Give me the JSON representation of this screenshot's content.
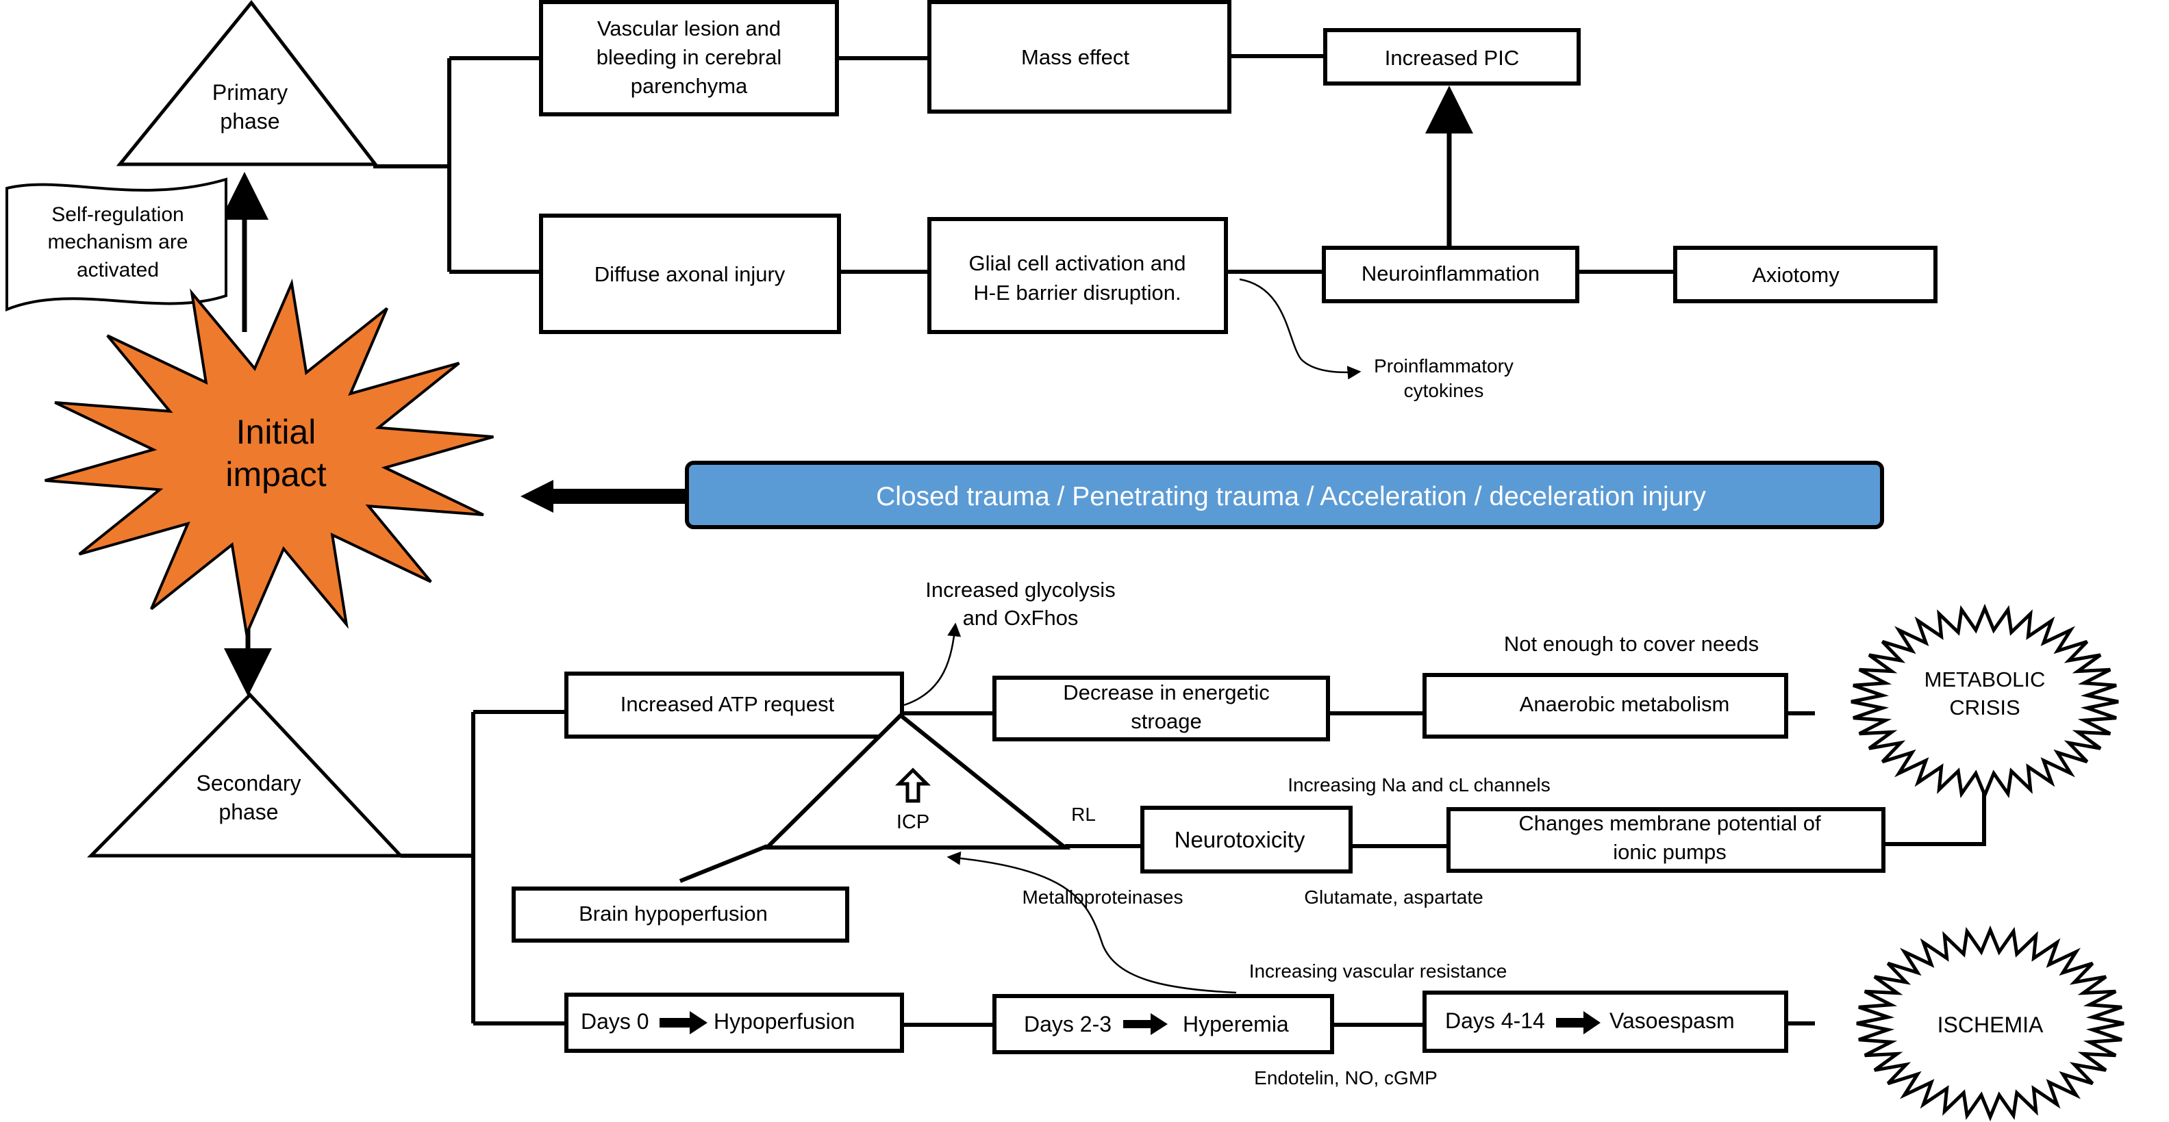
{
  "primary": {
    "phase_label": [
      "Primary",
      "phase"
    ],
    "self_regulation": [
      "Self-regulation",
      "mechanism are",
      "activated"
    ],
    "vascular_lesion": [
      "Vascular lesion and",
      "bleeding in cerebral",
      "parenchyma"
    ],
    "mass_effect": "Mass effect",
    "increased_pic": "Increased PIC",
    "diffuse_axonal": "Diffuse axonal injury",
    "glial_activation": [
      "Glial cell activation and",
      "H-E barrier disruption."
    ],
    "neuroinflammation": "Neuroinflammation",
    "axiotomy": "Axiotomy",
    "proinflammatory": [
      "Proinflammatory",
      "cytokines"
    ]
  },
  "center": {
    "initial_impact": [
      "Initial",
      "impact"
    ],
    "trauma_types": "Closed trauma / Penetrating trauma / Acceleration / deceleration injury"
  },
  "secondary": {
    "phase_label": [
      "Secondary",
      "phase"
    ],
    "glycolysis": [
      "Increased glycolysis",
      "and OxFhos"
    ],
    "atp_request": "Increased ATP request",
    "energetic_storage": [
      "Decrease in energetic",
      "stroage"
    ],
    "not_enough": "Not enough to cover needs",
    "anaerobic": "Anaerobic metabolism",
    "metabolic_crisis": [
      "METABOLIC",
      "CRISIS"
    ],
    "icp": "ICP",
    "rl": "RL",
    "neurotoxicity": "Neurotoxicity",
    "na_cl_channels": "Increasing Na and cL channels",
    "membrane_potential": [
      "Changes membrane potential of",
      "ionic pumps"
    ],
    "brain_hypoperfusion": "Brain hypoperfusion",
    "metalloproteinases": "Metalloproteinases",
    "glutamate": "Glutamate, aspartate",
    "vascular_resistance": "Increasing vascular resistance",
    "days0": "Days 0",
    "hypoperfusion": "Hypoperfusion",
    "days2_3": "Days 2-3",
    "hyperemia": "Hyperemia",
    "days4_14": "Days 4-14",
    "vasospasm": "Vasoespasm",
    "ischemia": "ISCHEMIA",
    "endotelin": "Endotelin, NO, cGMP"
  },
  "colors": {
    "impact_fill": "#ee7a2d",
    "trauma_bar_fill": "#5b9bd5",
    "trauma_text": "#ffffff",
    "line": "#000000"
  }
}
